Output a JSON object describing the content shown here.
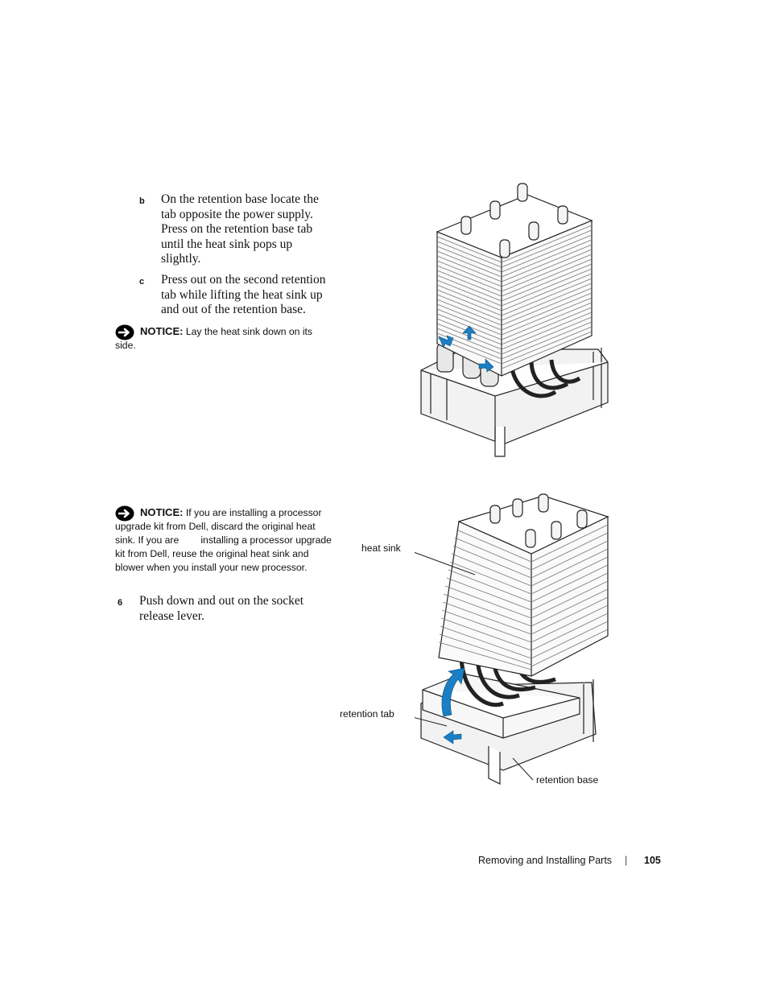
{
  "steps": [
    {
      "marker": "b",
      "text": "On the retention base locate the tab opposite the power supply. Press on the retention base tab until the heat sink pops up slightly."
    },
    {
      "marker": "c",
      "text": "Press out on the second retention tab while lifting the heat sink up and out of the retention base."
    },
    {
      "marker": "6",
      "text": "Push down and out on the socket release lever."
    }
  ],
  "notices": [
    {
      "label": "NOTICE:",
      "text": " Lay the heat sink down on its side."
    },
    {
      "label": "NOTICE:",
      "text": " If you are installing a processor upgrade kit from Dell, discard the original heat sink. If you are        installing a processor upgrade kit from Dell, reuse the original heat sink and blower when you install your new processor."
    }
  ],
  "callouts": {
    "heat_sink": "heat sink",
    "retention_tab": "retention tab",
    "retention_base": "retention base"
  },
  "footer": {
    "section": "Removing and Installing Parts",
    "separator": "|",
    "page_number": "105"
  },
  "colors": {
    "arrow_blue": "#1a7fc4",
    "notice_icon": "#000000"
  },
  "icons": {
    "notice": "notice-hand-icon"
  }
}
